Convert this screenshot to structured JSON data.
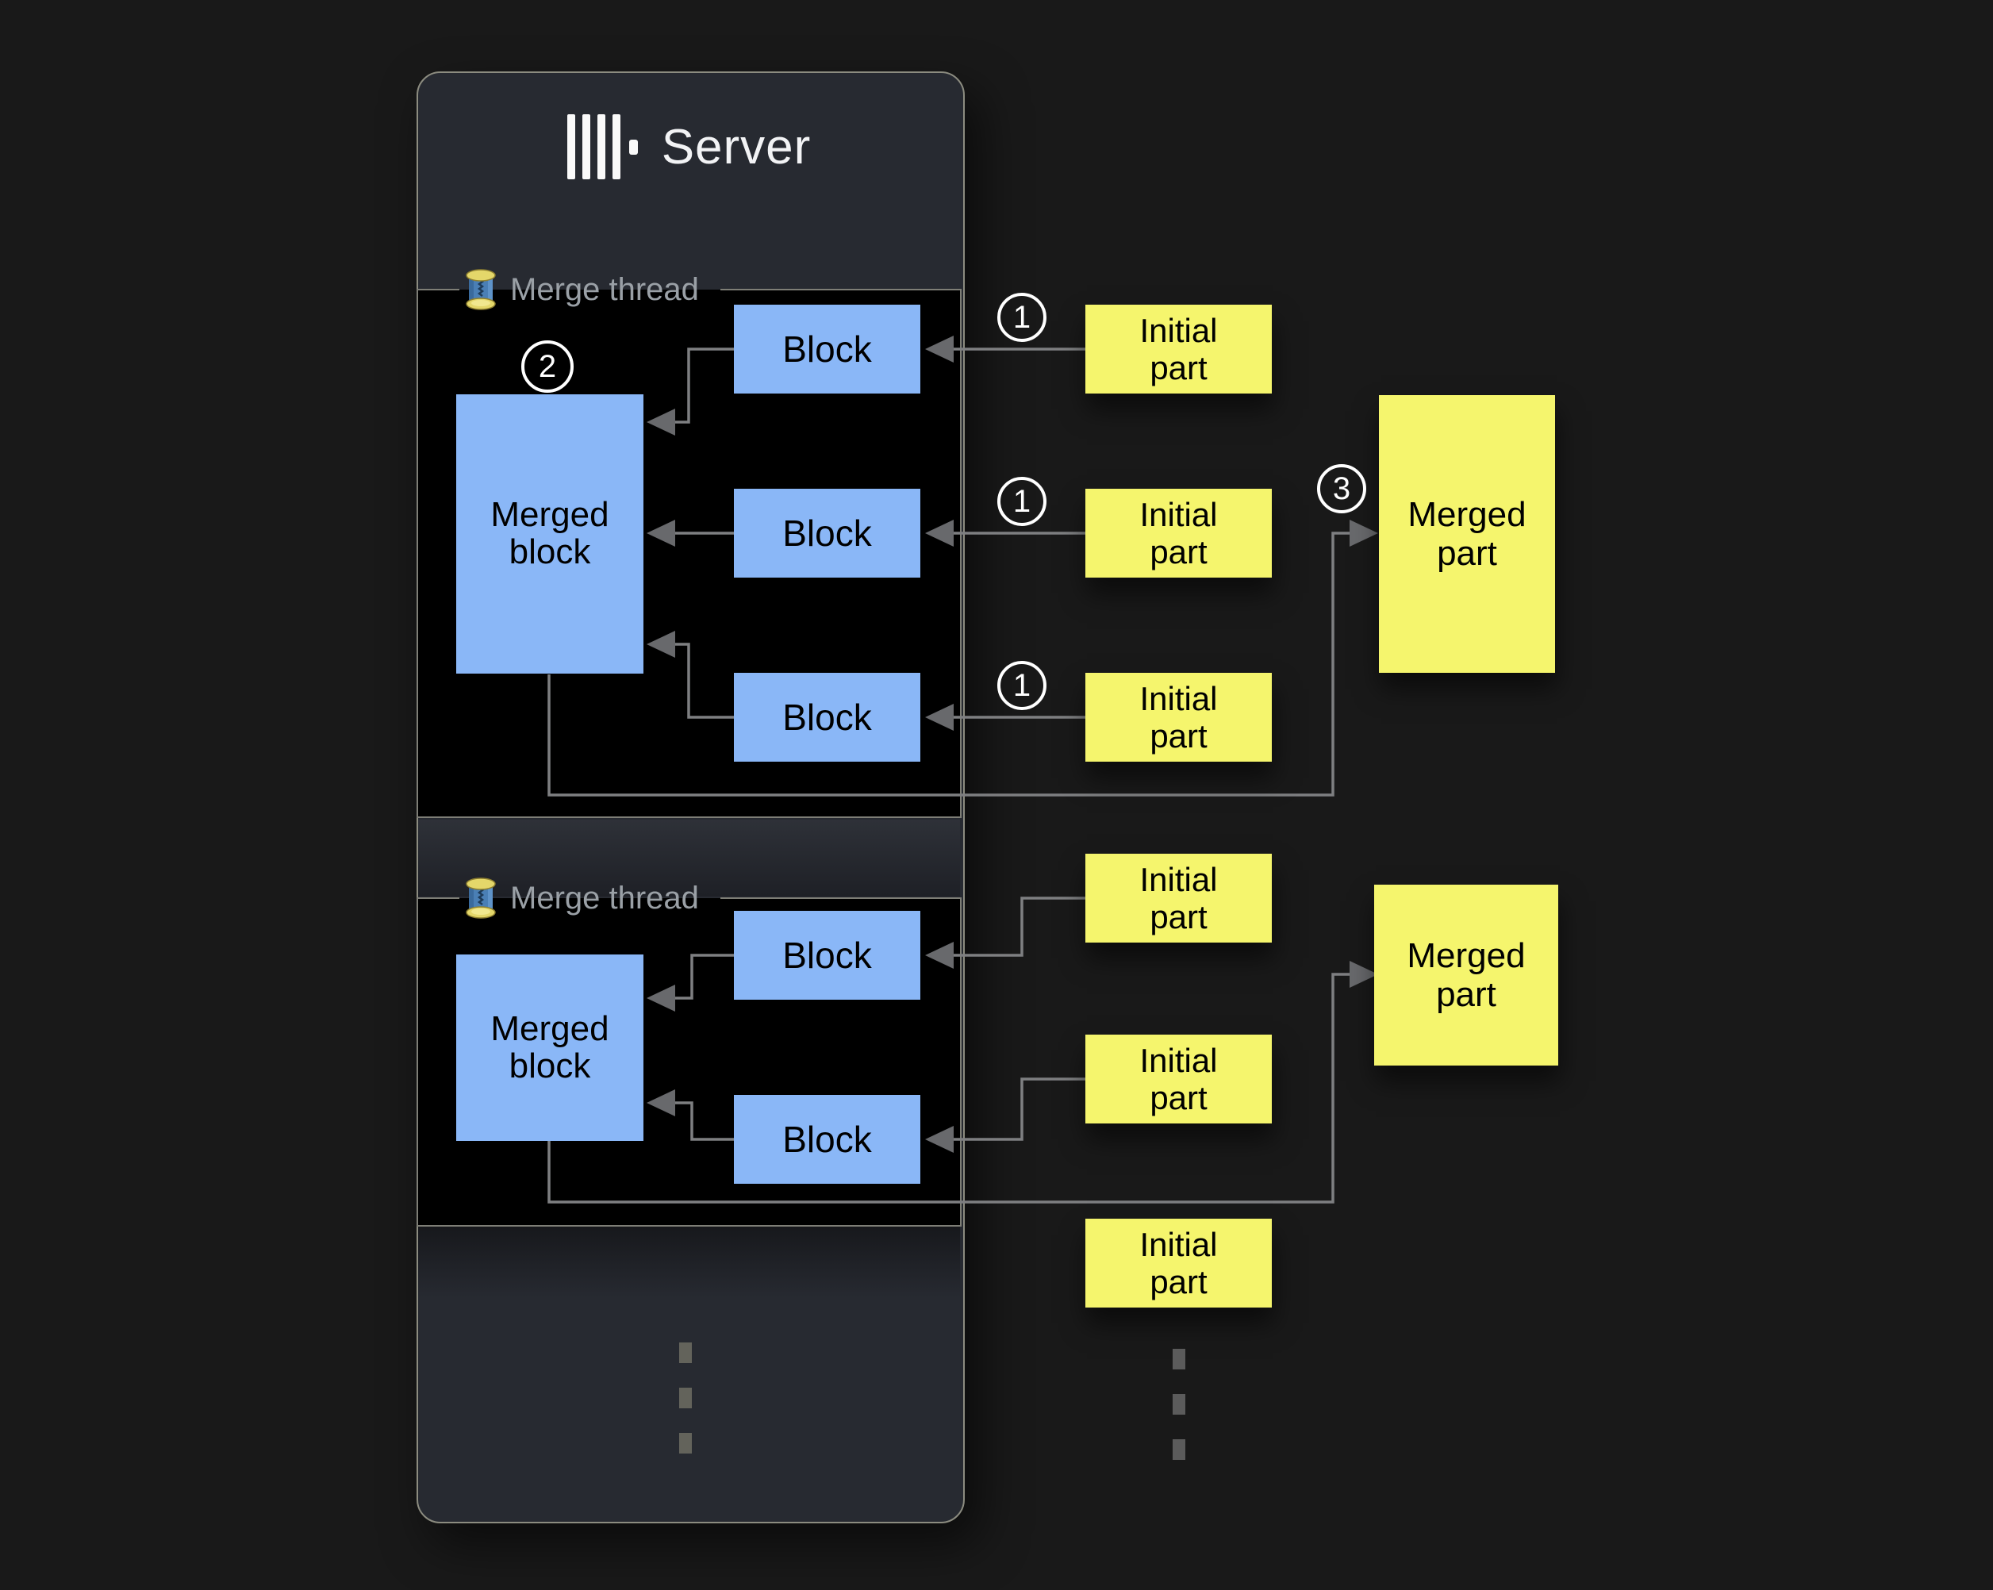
{
  "colors": {
    "background": "#191919",
    "panel_background": "#272a31",
    "panel_border": "#8c8c80",
    "merge_box_background": "#000000",
    "merge_box_border": "#7e7e76",
    "block_blue": "#8ab7f7",
    "part_yellow": "#f5f56d",
    "connector_gray": "#7e7f81",
    "label_gray": "#9aa0a6",
    "title_white": "#f2f3f5"
  },
  "server": {
    "title": "Server",
    "logo_icon": "clickhouse-bars-icon"
  },
  "threads": [
    {
      "label": "Merge thread",
      "icon": "thread-spool-icon",
      "step_badge": "2",
      "merged_block_label": "Merged block",
      "blocks": [
        {
          "label": "Block"
        },
        {
          "label": "Block"
        },
        {
          "label": "Block"
        }
      ]
    },
    {
      "label": "Merge thread",
      "icon": "thread-spool-icon",
      "merged_block_label": "Merged block",
      "blocks": [
        {
          "label": "Block"
        },
        {
          "label": "Block"
        }
      ]
    }
  ],
  "initial_parts": [
    {
      "label": "Initial part",
      "step_badge": "1"
    },
    {
      "label": "Initial part",
      "step_badge": "1"
    },
    {
      "label": "Initial part",
      "step_badge": "1"
    },
    {
      "label": "Initial part"
    },
    {
      "label": "Initial part"
    },
    {
      "label": "Initial part"
    }
  ],
  "merged_parts": [
    {
      "label": "Merged part",
      "step_badge": "3"
    },
    {
      "label": "Merged part"
    }
  ]
}
